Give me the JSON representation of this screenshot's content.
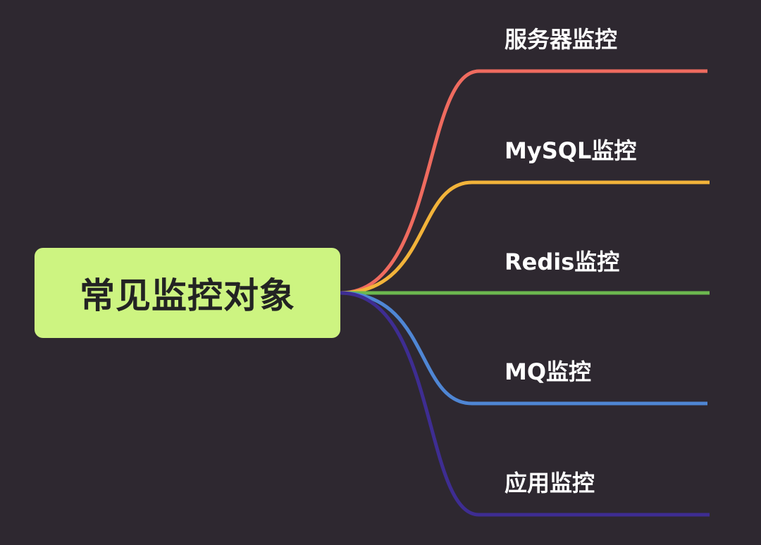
{
  "root": {
    "label": "常见监控对象",
    "color": "#cdf481"
  },
  "branches": [
    {
      "label": "服务器监控",
      "color": "#ef6b5f"
    },
    {
      "label": "MySQL监控",
      "color": "#f2b33a"
    },
    {
      "label": "Redis监控",
      "color": "#6cb84f"
    },
    {
      "label": "MQ监控",
      "color": "#4f86d4"
    },
    {
      "label": "应用监控",
      "color": "#3e2d92"
    }
  ]
}
